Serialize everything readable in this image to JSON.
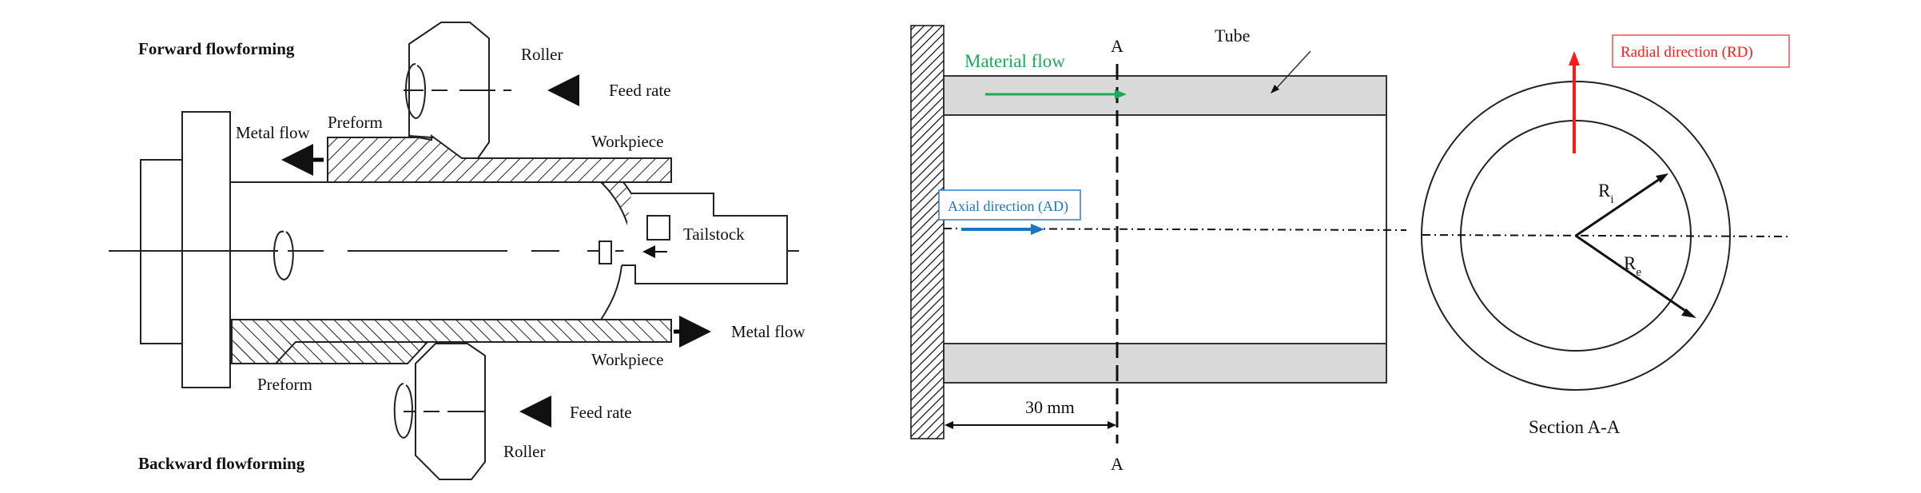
{
  "left_diagram": {
    "forward_title": "Forward flowforming",
    "backward_title": "Backward flowforming",
    "top": {
      "roller": "Roller",
      "feed_rate": "Feed rate",
      "preform": "Preform",
      "metal_flow": "Metal flow",
      "workpiece": "Workpiece",
      "tailstock": "Tailstock"
    },
    "bottom": {
      "metal_flow": "Metal flow",
      "workpiece": "Workpiece",
      "preform": "Preform",
      "feed_rate": "Feed rate",
      "roller": "Roller"
    }
  },
  "center_diagram": {
    "section_label_top": "A",
    "section_label_bottom": "A",
    "tube_label": "Tube",
    "material_flow": "Material flow",
    "axial_direction": "Axial direction (AD)",
    "dimension": "30 mm",
    "colors": {
      "material_flow": "#1aaa55",
      "axial_direction": "#1a75c2",
      "tube_fill": "#d9d9d9"
    }
  },
  "right_diagram": {
    "radial_direction": "Radial direction (RD)",
    "inner_radius_base": "R",
    "inner_radius_sub": "i",
    "outer_radius_base": "R",
    "outer_radius_sub": "e",
    "caption": "Section A-A",
    "colors": {
      "radial_direction": "#ff1a1a"
    }
  }
}
